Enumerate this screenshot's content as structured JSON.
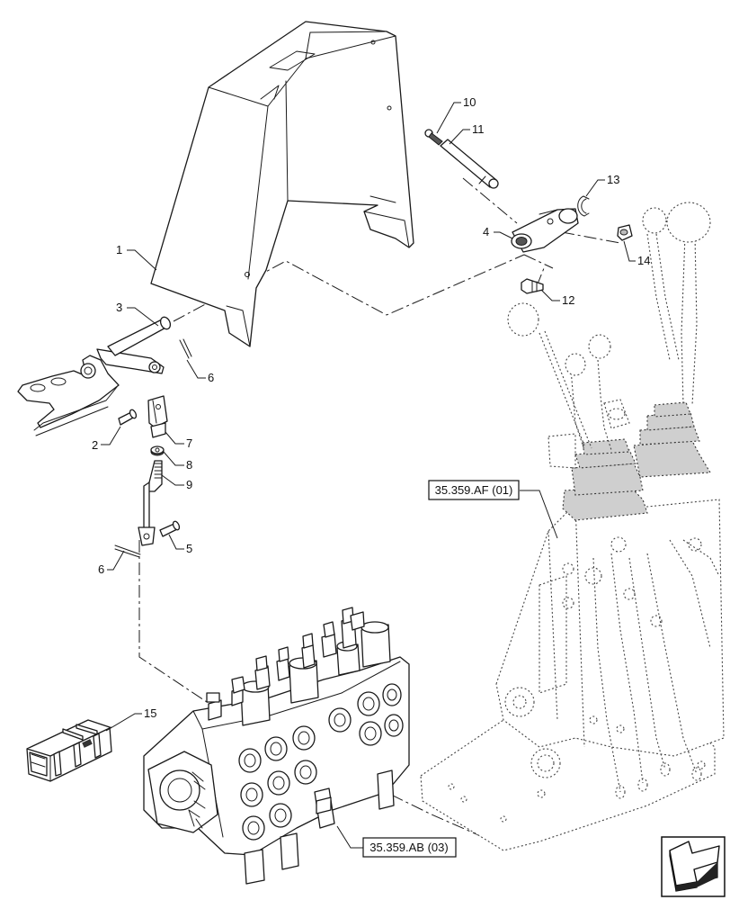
{
  "callouts": [
    {
      "id": "c1",
      "label": "1"
    },
    {
      "id": "c2",
      "label": "2"
    },
    {
      "id": "c3",
      "label": "3"
    },
    {
      "id": "c4",
      "label": "4"
    },
    {
      "id": "c5",
      "label": "5"
    },
    {
      "id": "c6a",
      "label": "6"
    },
    {
      "id": "c6b",
      "label": "6"
    },
    {
      "id": "c7",
      "label": "7"
    },
    {
      "id": "c8",
      "label": "8"
    },
    {
      "id": "c9",
      "label": "9"
    },
    {
      "id": "c10",
      "label": "10"
    },
    {
      "id": "c11",
      "label": "11"
    },
    {
      "id": "c12",
      "label": "12"
    },
    {
      "id": "c13",
      "label": "13"
    },
    {
      "id": "c14",
      "label": "14"
    },
    {
      "id": "c15",
      "label": "15"
    }
  ],
  "references": {
    "control_tower": "35.359.AF (01)",
    "control_valve": "35.359.AB (03)"
  },
  "icons": {
    "navigation": "next-page-arrow-icon",
    "kit": "kit-box-icon"
  },
  "colors": {
    "line": "#1a1a1a",
    "background": "#ffffff"
  }
}
